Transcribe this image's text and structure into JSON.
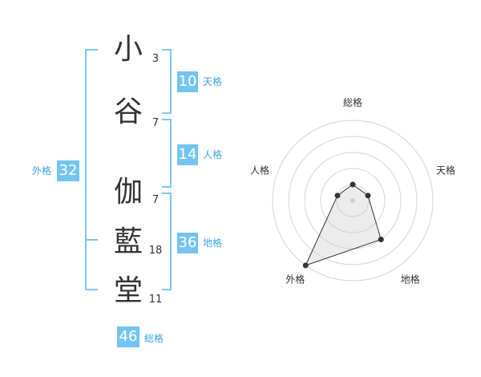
{
  "name_chars": [
    {
      "char": "小",
      "strokes": "3"
    },
    {
      "char": "谷",
      "strokes": "7"
    },
    {
      "char": "伽",
      "strokes": "7"
    },
    {
      "char": "藍",
      "strokes": "18"
    },
    {
      "char": "堂",
      "strokes": "11"
    }
  ],
  "ten": {
    "value": "10",
    "label": "天格"
  },
  "jin": {
    "value": "14",
    "label": "人格"
  },
  "chi": {
    "value": "36",
    "label": "地格"
  },
  "gai": {
    "value": "32",
    "label": "外格"
  },
  "sou": {
    "value": "46",
    "label": "総格"
  },
  "accent_color": "#73c4f0",
  "chart_data": {
    "type": "radar",
    "axes": [
      "総格",
      "天格",
      "地格",
      "外格",
      "人格"
    ],
    "values": [
      1,
      1,
      3,
      5,
      1
    ],
    "max": 5,
    "rings": 5
  }
}
